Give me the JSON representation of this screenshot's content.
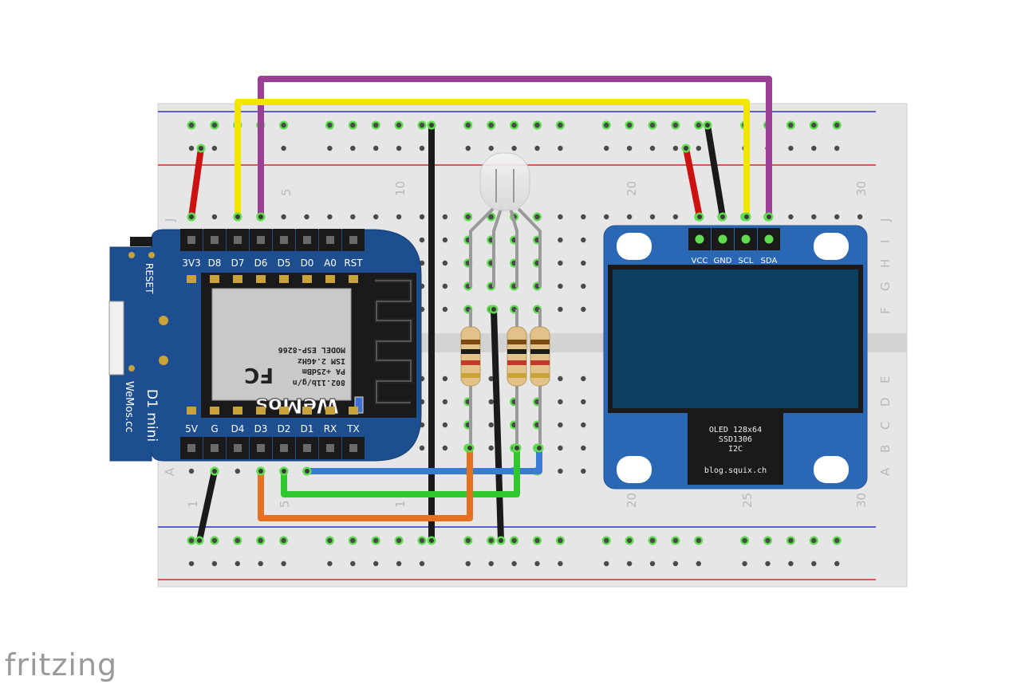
{
  "watermark": "fritzing",
  "breadboard": {
    "top_col_labels": [
      "5",
      "10",
      "20",
      "30"
    ],
    "bottom_col_labels": [
      "1",
      "5",
      "1",
      "20",
      "25",
      "30"
    ],
    "right_row_labels": [
      "J",
      "I",
      "H",
      "G",
      "F",
      "E",
      "D",
      "C",
      "B",
      "A"
    ],
    "left_row_labels": [
      "J",
      "A"
    ],
    "colors": {
      "board": "#e6e6e6",
      "hole": "#4a4a4a",
      "hole_active": "#5fdc4f",
      "rail_blue": "#2a35c8",
      "rail_red": "#d62828"
    }
  },
  "wemos": {
    "top_pins": [
      "3V3",
      "D8",
      "D7",
      "D6",
      "D5",
      "D0",
      "A0",
      "RST"
    ],
    "bottom_pins": [
      "5V",
      "G",
      "D4",
      "D3",
      "D2",
      "D1",
      "RX",
      "TX"
    ],
    "reset_label": "RESET",
    "chip_lines": [
      "MODEL  ESP-8266",
      "ISM 2.4GHz",
      "PA +25dBm",
      "802.11b/g/n"
    ],
    "fcc": "FC",
    "brand": "WeMos",
    "side_title": "D1 mini",
    "side_url": "WeMos.cc",
    "color": "#1d4e8f"
  },
  "oled": {
    "pins": [
      "VCC",
      "GND",
      "SCL",
      "SDA"
    ],
    "label_lines": [
      "OLED 128x64",
      "SSD1306",
      "I2C",
      "blog.squix.ch"
    ],
    "color": "#2a68b5",
    "screen_color": "#0d4060"
  },
  "wires": [
    {
      "name": "red-3v3",
      "color": "#cc1111"
    },
    {
      "name": "yellow-scl",
      "color": "#f2e600"
    },
    {
      "name": "purple-sda",
      "color": "#9b3f95"
    },
    {
      "name": "black-gnd",
      "color": "#1a1a1a"
    },
    {
      "name": "blue-d1",
      "color": "#3a7bd5"
    },
    {
      "name": "green-d2",
      "color": "#2ec72e"
    },
    {
      "name": "orange-d3",
      "color": "#e5701f"
    }
  ]
}
